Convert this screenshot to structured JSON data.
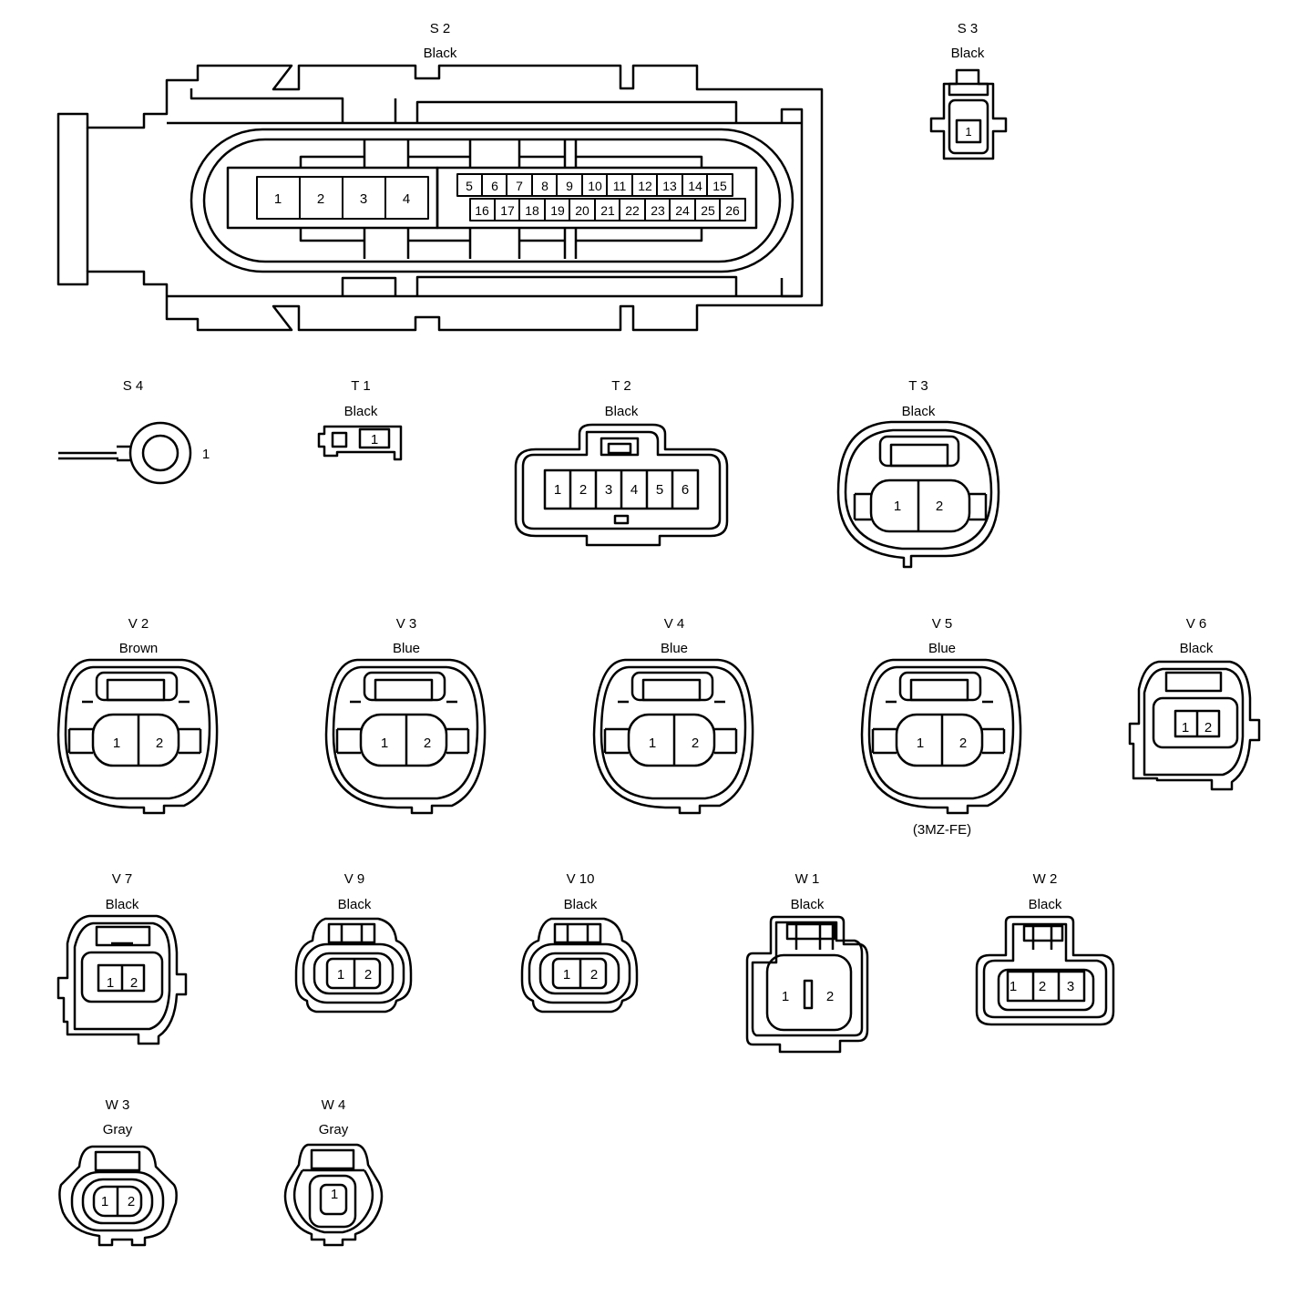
{
  "connectors": [
    {
      "id": "S 2",
      "color": "Black",
      "pins_row1": [
        "1",
        "2",
        "3",
        "4"
      ],
      "pins_row2a": [
        "5",
        "6",
        "7",
        "8",
        "9",
        "10",
        "11",
        "12",
        "13",
        "14",
        "15"
      ],
      "pins_row2b": [
        "16",
        "17",
        "18",
        "19",
        "20",
        "21",
        "22",
        "23",
        "24",
        "25",
        "26"
      ]
    },
    {
      "id": "S 3",
      "color": "Black",
      "pins": [
        "1"
      ]
    },
    {
      "id": "S 4",
      "color": "",
      "pins": [
        "1"
      ]
    },
    {
      "id": "T 1",
      "color": "Black",
      "pins": [
        "1"
      ]
    },
    {
      "id": "T 2",
      "color": "Black",
      "pins": [
        "1",
        "2",
        "3",
        "4",
        "5",
        "6"
      ]
    },
    {
      "id": "T 3",
      "color": "Black",
      "pins": [
        "1",
        "2"
      ]
    },
    {
      "id": "V 2",
      "color": "Brown",
      "pins": [
        "1",
        "2"
      ]
    },
    {
      "id": "V 3",
      "color": "Blue",
      "pins": [
        "1",
        "2"
      ]
    },
    {
      "id": "V 4",
      "color": "Blue",
      "pins": [
        "1",
        "2"
      ]
    },
    {
      "id": "V 5",
      "color": "Blue",
      "pins": [
        "1",
        "2"
      ],
      "note": "(3MZ-FE)"
    },
    {
      "id": "V 6",
      "color": "Black",
      "pins": [
        "1",
        "2"
      ]
    },
    {
      "id": "V 7",
      "color": "Black",
      "pins": [
        "1",
        "2"
      ]
    },
    {
      "id": "V 9",
      "color": "Black",
      "pins": [
        "1",
        "2"
      ]
    },
    {
      "id": "V 10",
      "color": "Black",
      "pins": [
        "1",
        "2"
      ]
    },
    {
      "id": "W 1",
      "color": "Black",
      "pins": [
        "1",
        "2"
      ]
    },
    {
      "id": "W 2",
      "color": "Black",
      "pins": [
        "1",
        "2",
        "3"
      ]
    },
    {
      "id": "W 3",
      "color": "Gray",
      "pins": [
        "1",
        "2"
      ]
    },
    {
      "id": "W 4",
      "color": "Gray",
      "pins": [
        "1"
      ]
    }
  ]
}
